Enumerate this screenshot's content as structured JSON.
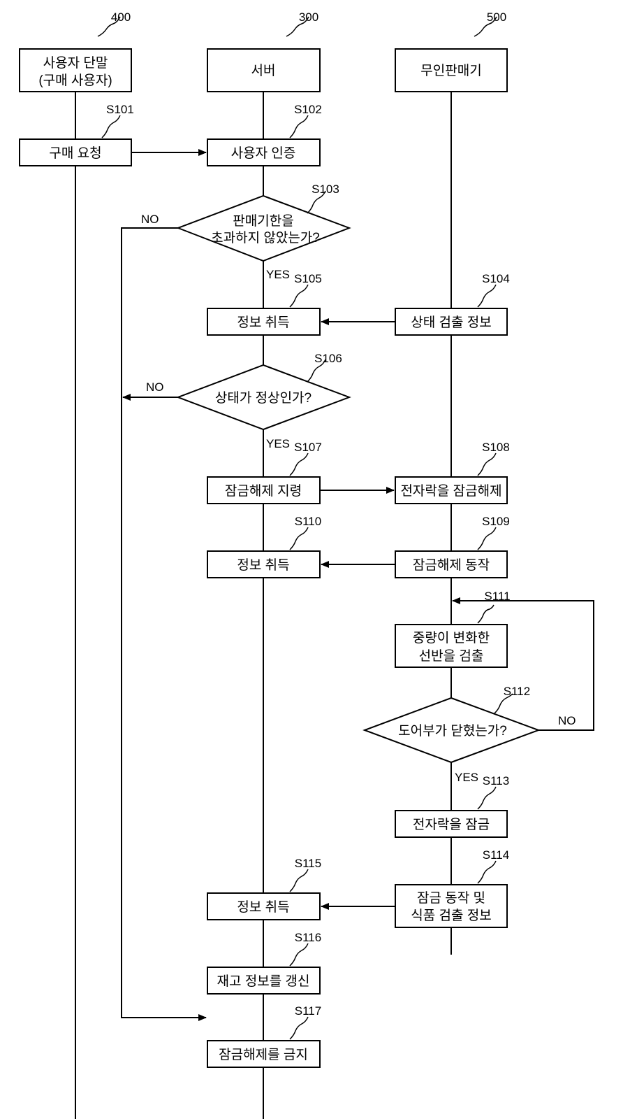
{
  "lanes": {
    "user_terminal": {
      "ref": "400",
      "line1": "사용자 단말",
      "line2": "(구매 사용자)"
    },
    "server": {
      "ref": "300",
      "label": "서버"
    },
    "vending_machine": {
      "ref": "500",
      "label": "무인판매기"
    }
  },
  "steps": {
    "s101": {
      "id": "S101",
      "label": "구매 요청"
    },
    "s102": {
      "id": "S102",
      "label": "사용자 인증"
    },
    "s103": {
      "id": "S103",
      "line1": "판매기한을",
      "line2": "초과하지 않았는가?"
    },
    "s104": {
      "id": "S104",
      "label": "상태 검출 정보"
    },
    "s105": {
      "id": "S105",
      "label": "정보 취득"
    },
    "s106": {
      "id": "S106",
      "label": "상태가 정상인가?"
    },
    "s107": {
      "id": "S107",
      "label": "잠금해제 지령"
    },
    "s108": {
      "id": "S108",
      "label": "전자락을 잠금해제"
    },
    "s109": {
      "id": "S109",
      "label": "잠금해제 동작"
    },
    "s110": {
      "id": "S110",
      "label": "정보 취득"
    },
    "s111": {
      "id": "S111",
      "line1": "중량이 변화한",
      "line2": "선반을 검출"
    },
    "s112": {
      "id": "S112",
      "label": "도어부가 닫혔는가?"
    },
    "s113": {
      "id": "S113",
      "label": "전자락을 잠금"
    },
    "s114": {
      "id": "S114",
      "line1": "잠금 동작 및",
      "line2": "식품 검출 정보"
    },
    "s115": {
      "id": "S115",
      "label": "정보 취득"
    },
    "s116": {
      "id": "S116",
      "label": "재고 정보를 갱신"
    },
    "s117": {
      "id": "S117",
      "label": "잠금해제를 금지"
    }
  },
  "branch_labels": {
    "yes": "YES",
    "no": "NO"
  }
}
